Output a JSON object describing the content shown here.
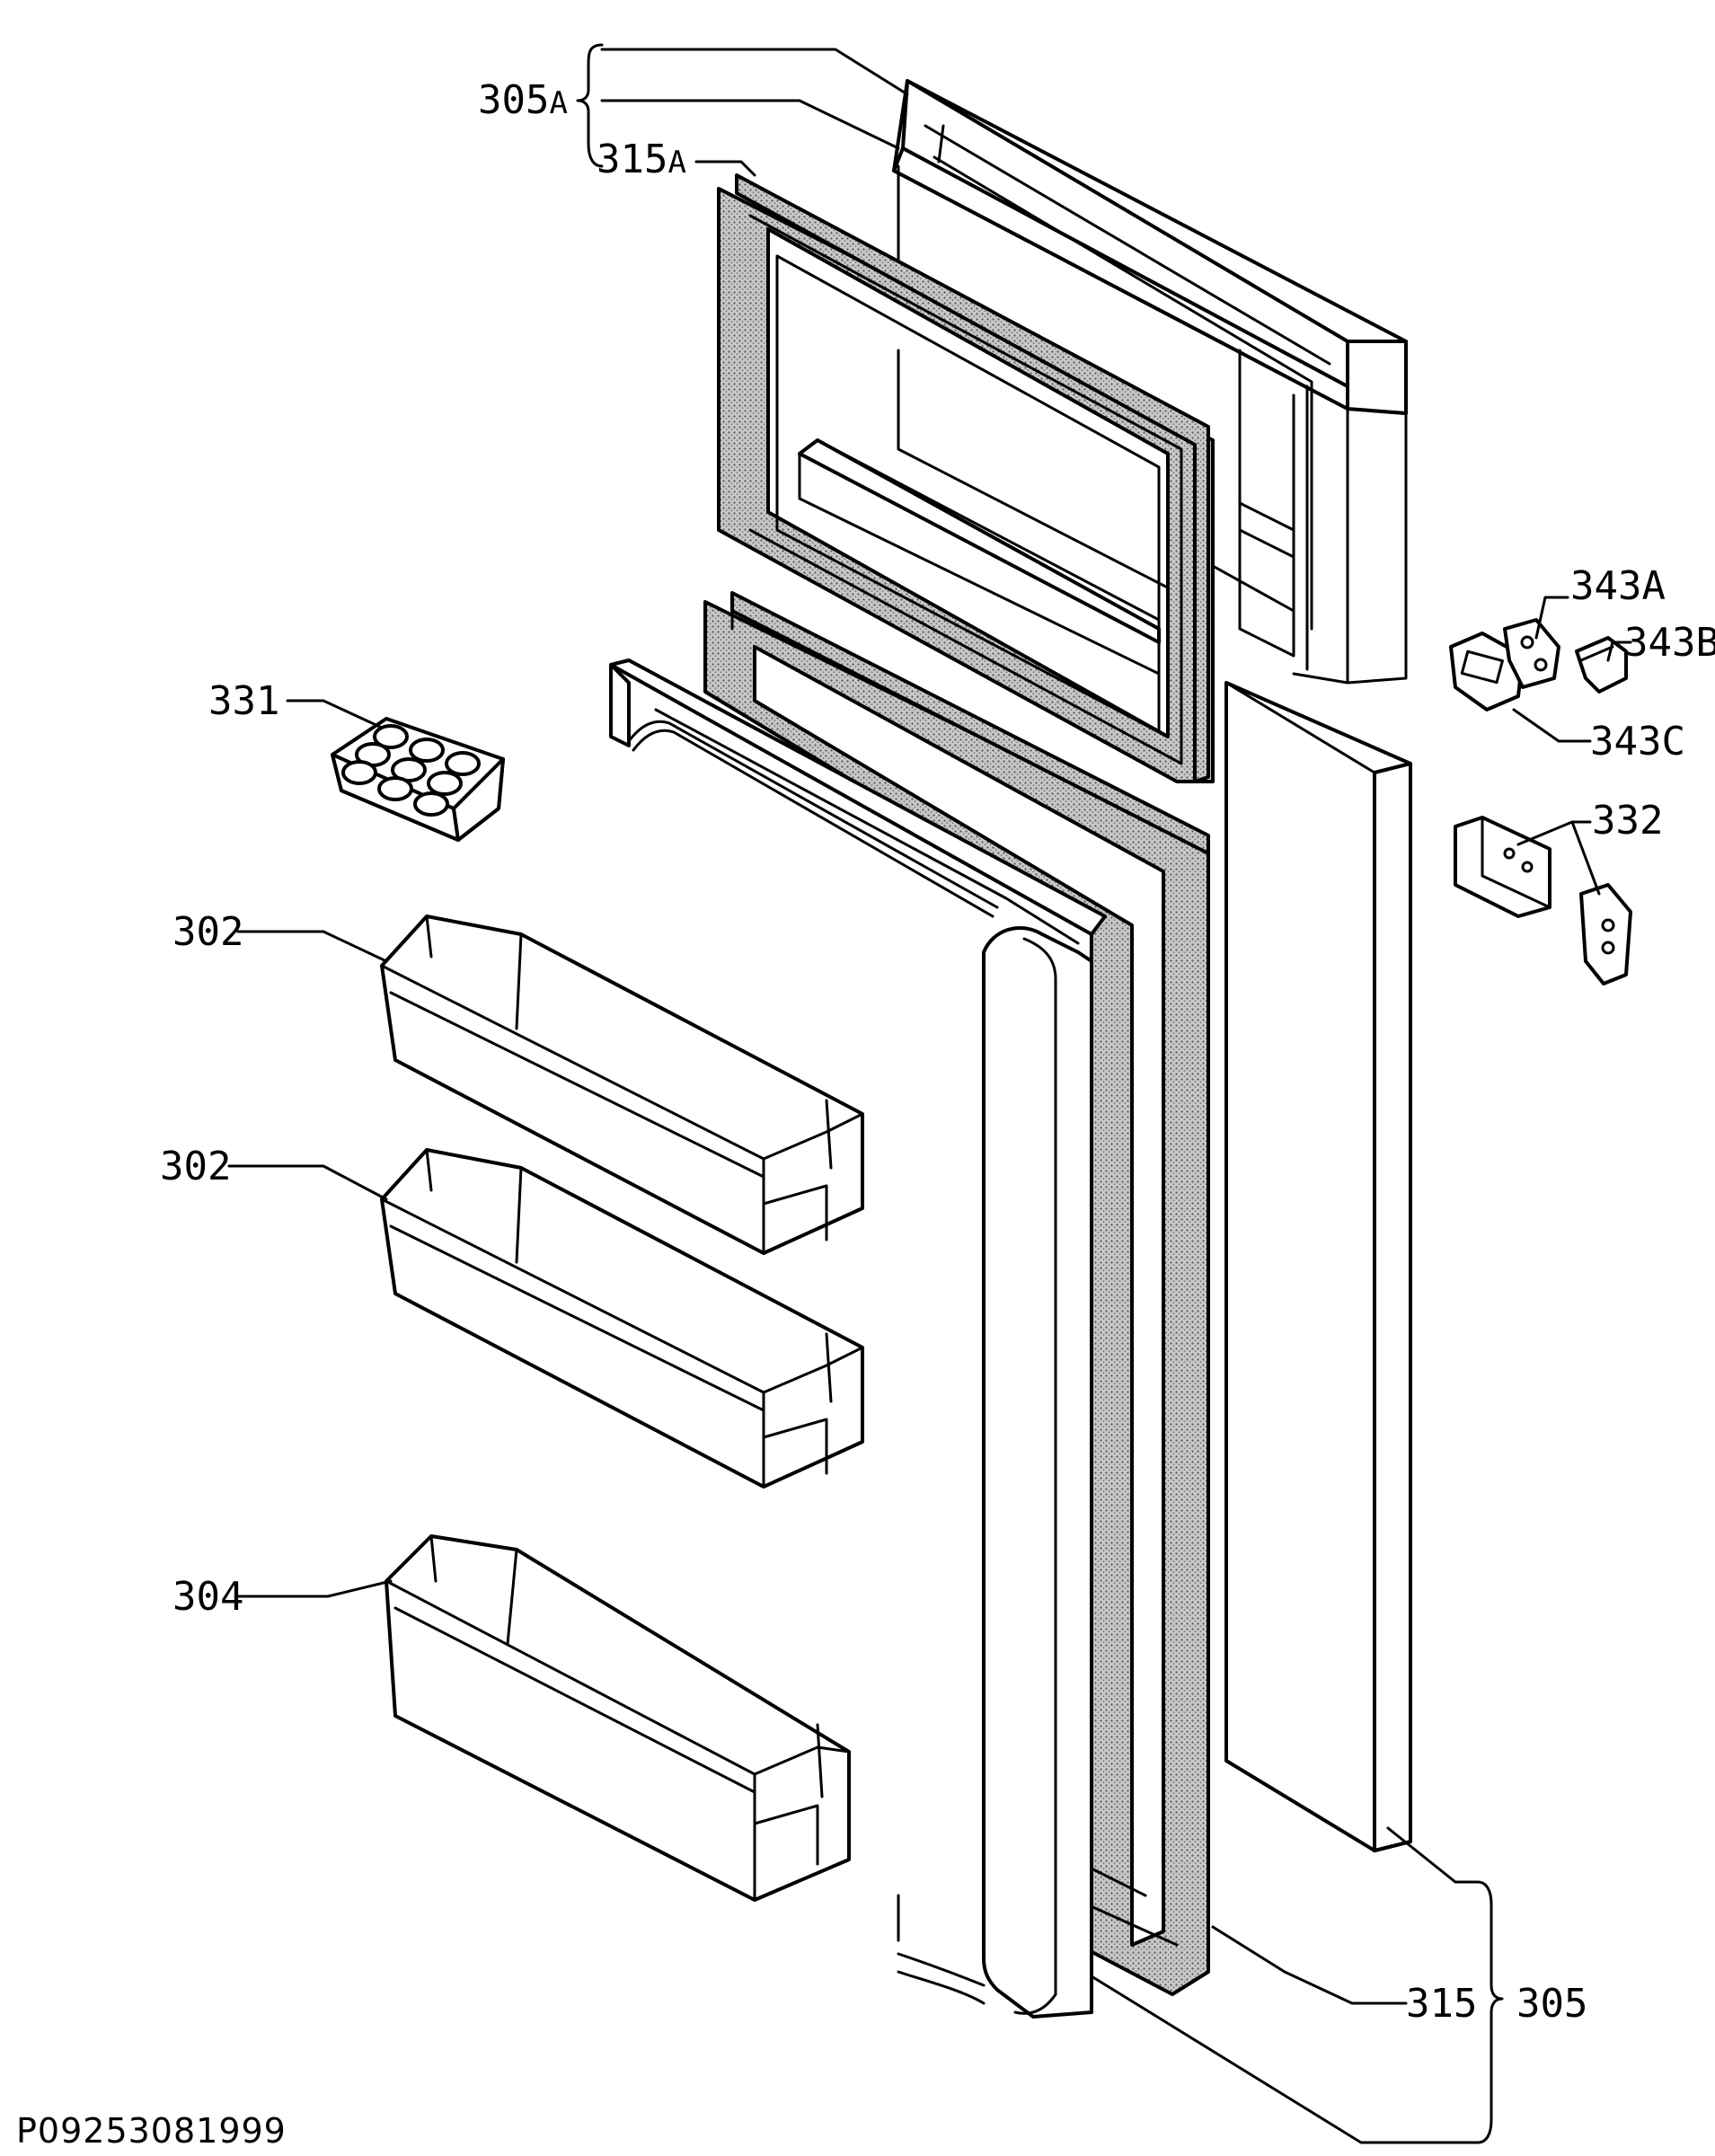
{
  "labels": {
    "p305a_num": "305",
    "p305a_suffix": "A",
    "p315a_num": "315",
    "p315a_suffix": "A",
    "p331": "331",
    "p302_upper": "302",
    "p302_lower": "302",
    "p304": "304",
    "p343a": "343A",
    "p343b": "343B",
    "p343c": "343C",
    "p332": "332",
    "p315": "315",
    "p305": "305"
  },
  "drawing_code": "P09253081999",
  "colors": {
    "line": "#000000",
    "background": "#ffffff",
    "gasket_fill": "#9a9a9a"
  }
}
